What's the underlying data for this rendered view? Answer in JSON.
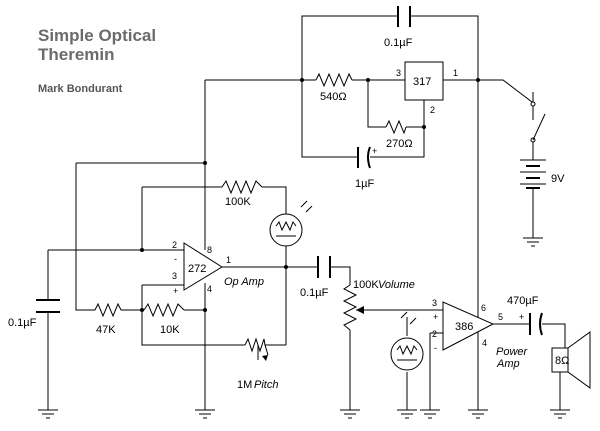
{
  "title_line1": "Simple Optical",
  "title_line2": "Theremin",
  "author": "Mark Bondurant",
  "components": {
    "cap_top": "0.1µF",
    "r_540": "540Ω",
    "reg": "317",
    "reg_pin_in": "3",
    "reg_pin_out": "1",
    "reg_pin_adj": "2",
    "r_270": "270Ω",
    "cap_1uf": "1µF",
    "cap_1uf_plus": "+",
    "battery": "9V",
    "r_100k": "100K",
    "opamp": "272",
    "opamp_label": "Op Amp",
    "opamp_pin2": "2",
    "opamp_minus": "-",
    "opamp_pin3": "3",
    "opamp_plus": "+",
    "opamp_pin8": "8",
    "opamp_pin1": "1",
    "opamp_pin4": "4",
    "cap_left": "0.1µF",
    "r_47k": "47K",
    "r_10k": "10K",
    "pitch_value": "1M",
    "pitch_label": "Pitch",
    "cap_mid": "0.1µF",
    "vol_value": "100K",
    "vol_label": "Volume",
    "amp": "386",
    "amp_label_1": "Power",
    "amp_label_2": "Amp",
    "amp_pin3": "3",
    "amp_plus": "+",
    "amp_pin2": "2",
    "amp_minus": "-",
    "amp_pin6": "6",
    "amp_pin5": "5",
    "amp_pin4": "4",
    "cap_out": "470µF",
    "cap_out_plus": "+",
    "speaker": "8Ω"
  }
}
